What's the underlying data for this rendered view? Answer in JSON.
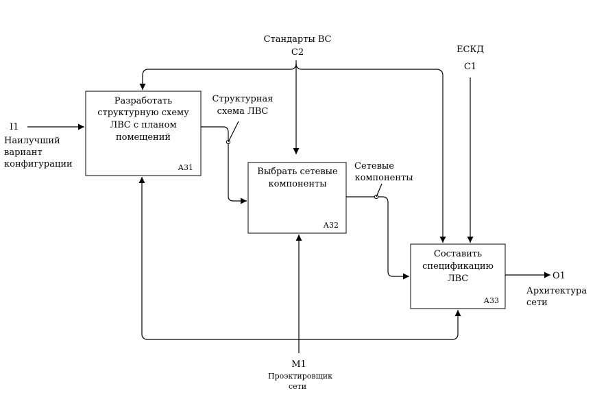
{
  "boxes": {
    "a31": {
      "lines": [
        "Разработать",
        "структурную схему",
        "ЛВС с планом",
        "помещений"
      ],
      "code": "А31"
    },
    "a32": {
      "lines": [
        "Выбрать сетевые",
        "компоненты"
      ],
      "code": "А32"
    },
    "a33": {
      "lines": [
        "Составить",
        "спецификацию",
        "ЛВС"
      ],
      "code": "А33"
    }
  },
  "arrows": {
    "c2": {
      "name": "Стандарты ВС",
      "code": "С2"
    },
    "c1": {
      "name": "ЕСКД",
      "code": "С1"
    },
    "i1": {
      "code": "I1",
      "name_lines": [
        "Наилучший",
        "вариант",
        "конфигурации"
      ]
    },
    "m1": {
      "code": "М1",
      "name_lines": [
        "Проэктировщик",
        "сети"
      ]
    },
    "o1": {
      "code": "О1",
      "name_lines": [
        "Архитектура",
        "сети"
      ]
    },
    "structural": {
      "name_lines": [
        "Структурная",
        "схема ЛВС"
      ]
    },
    "network": {
      "name_lines": [
        "Сетевые",
        "компоненты"
      ]
    }
  }
}
